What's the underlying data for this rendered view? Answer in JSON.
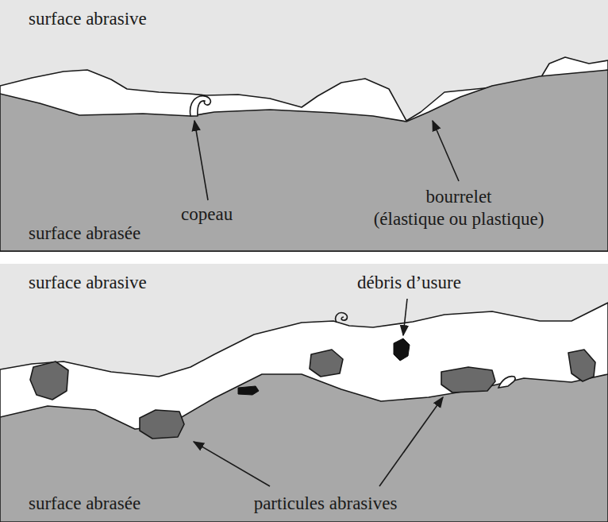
{
  "diagram": {
    "labels": [
      "surface abrasive",
      "copeau",
      "bourrelet (élastique ou plastique)",
      "surface abrasée",
      "surface abrasive",
      "débris d’usure",
      "surface abrasée",
      "particules abrasives"
    ]
  }
}
